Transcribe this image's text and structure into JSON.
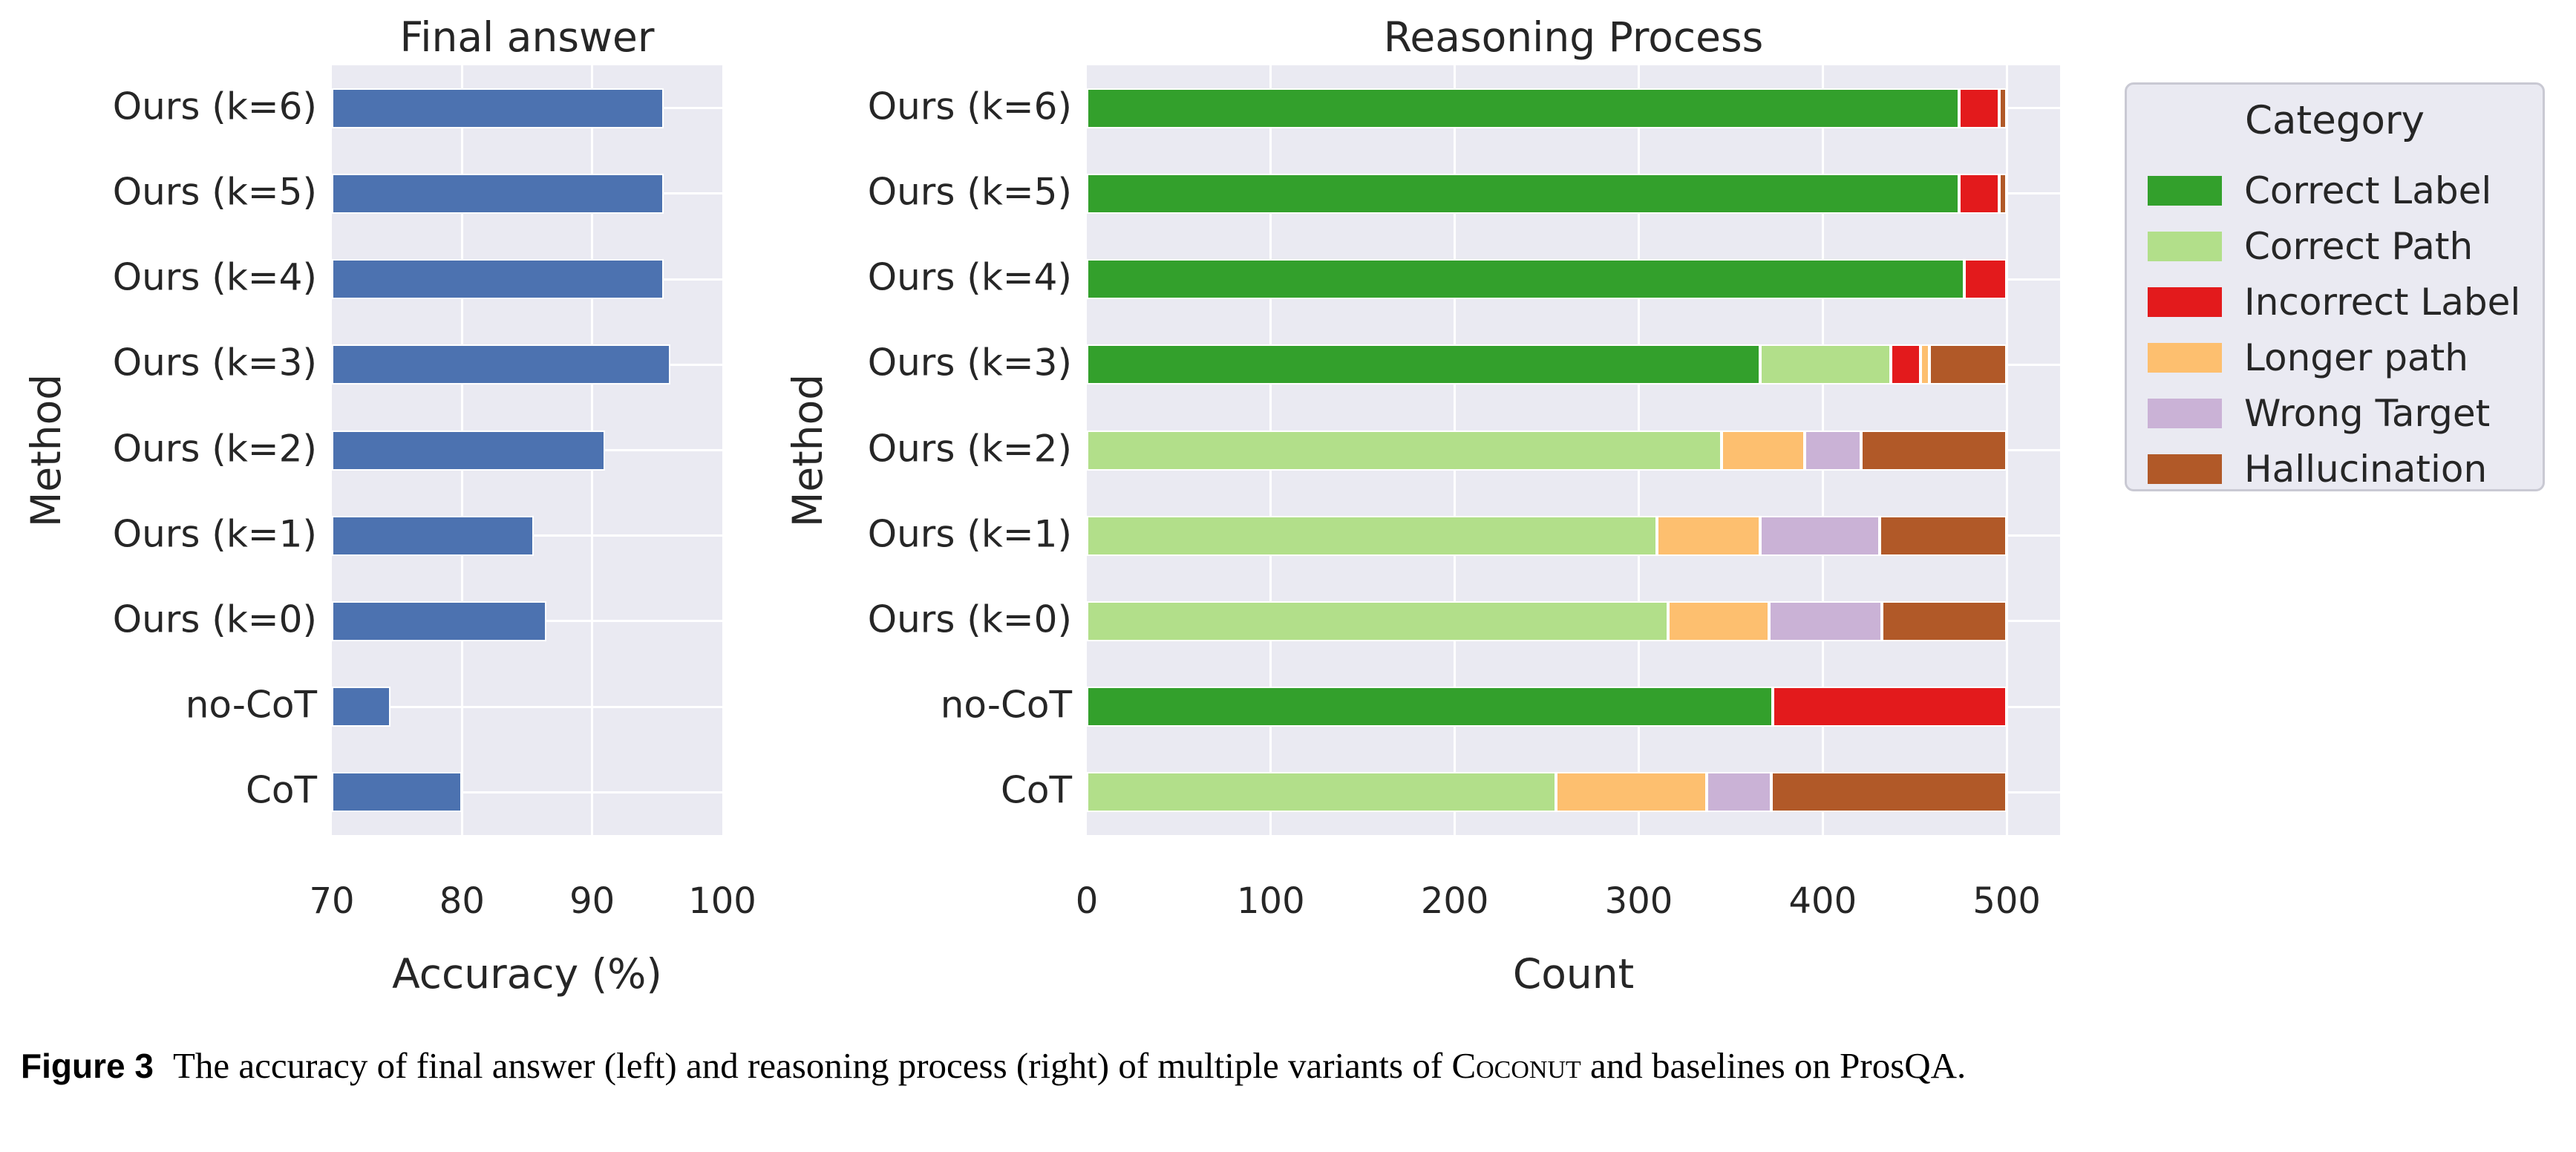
{
  "figure": {
    "caption": {
      "label": "Figure 3",
      "before_brand": "The accuracy of final answer (left) and reasoning process (right) of multiple variants of ",
      "brand": "Coconut",
      "after_brand": " and baselines on ProsQA."
    }
  },
  "chart_data": [
    {
      "type": "bar",
      "orientation": "horizontal",
      "title": "Final answer",
      "xlabel": "Accuracy (%)",
      "ylabel": "Method",
      "xlim": [
        70,
        100
      ],
      "xticks": [
        70,
        80,
        90,
        100
      ],
      "grid": true,
      "plot_bg": "#eaeaf2",
      "bar_color": "#4c72b0",
      "categories": [
        "Ours (k=6)",
        "Ours (k=5)",
        "Ours (k=4)",
        "Ours (k=3)",
        "Ours (k=2)",
        "Ours (k=1)",
        "Ours (k=0)",
        "no-CoT",
        "CoT"
      ],
      "values": [
        95.5,
        95.5,
        95.5,
        96.0,
        91.0,
        85.5,
        86.5,
        74.5,
        80.0
      ]
    },
    {
      "type": "bar",
      "orientation": "horizontal",
      "stacked": true,
      "title": "Reasoning Process",
      "xlabel": "Count",
      "ylabel": "Method",
      "xlim": [
        0,
        529
      ],
      "xticks": [
        0,
        100,
        200,
        300,
        400,
        500
      ],
      "grid": true,
      "plot_bg": "#eaeaf2",
      "categories": [
        "Ours (k=6)",
        "Ours (k=5)",
        "Ours (k=4)",
        "Ours (k=3)",
        "Ours (k=2)",
        "Ours (k=1)",
        "Ours (k=0)",
        "no-CoT",
        "CoT"
      ],
      "series": [
        {
          "name": "Correct Label",
          "color": "#33a02c",
          "values": [
            474,
            474,
            477,
            366,
            0,
            0,
            0,
            373,
            0
          ]
        },
        {
          "name": "Correct Path",
          "color": "#b2df8a",
          "values": [
            0,
            0,
            0,
            71,
            345,
            310,
            316,
            0,
            255
          ]
        },
        {
          "name": "Incorrect Label",
          "color": "#e31a1c",
          "values": [
            22,
            22,
            23,
            16,
            0,
            0,
            0,
            127,
            0
          ]
        },
        {
          "name": "Longer path",
          "color": "#fdbf6f",
          "values": [
            0,
            0,
            0,
            5,
            45,
            56,
            55,
            0,
            82
          ]
        },
        {
          "name": "Wrong Target",
          "color": "#cab2d6",
          "values": [
            0,
            0,
            0,
            0,
            31,
            65,
            61,
            0,
            35
          ]
        },
        {
          "name": "Hallucination",
          "color": "#b15928",
          "values": [
            4,
            4,
            0,
            42,
            79,
            69,
            68,
            0,
            128
          ]
        }
      ],
      "legend": {
        "title": "Category",
        "position": "right",
        "entries": [
          {
            "label": "Correct Label",
            "color": "#33a02c"
          },
          {
            "label": "Correct Path",
            "color": "#b2df8a"
          },
          {
            "label": "Incorrect Label",
            "color": "#e31a1c"
          },
          {
            "label": "Longer path",
            "color": "#fdbf6f"
          },
          {
            "label": "Wrong Target",
            "color": "#cab2d6"
          },
          {
            "label": "Hallucination",
            "color": "#b15928"
          }
        ]
      }
    }
  ]
}
